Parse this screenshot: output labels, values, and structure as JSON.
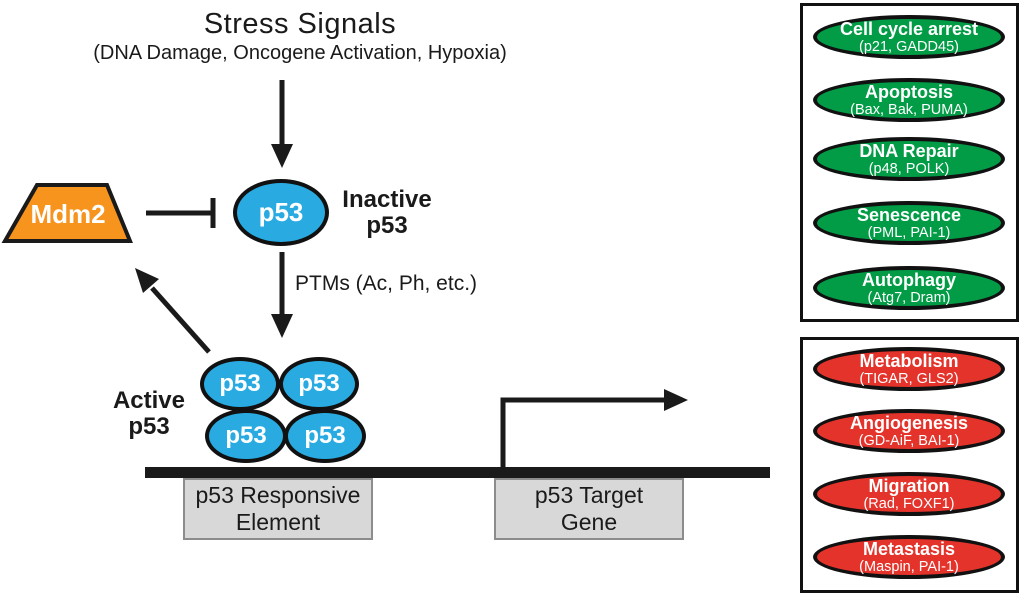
{
  "colors": {
    "p53_blue": "#29ABE2",
    "mdm2_orange": "#F7941E",
    "outcome_green": "#029C46",
    "outcome_red": "#E4332B",
    "gene_box_gray": "#D8D8D8",
    "line_black": "#1A1A1A"
  },
  "pathway": {
    "stress_title": "Stress Signals",
    "stress_subtitle": "(DNA Damage, Oncogene Activation, Hypoxia)",
    "mdm2_label": "Mdm2",
    "p53_label": "p53",
    "inactive_line1": "Inactive",
    "inactive_line2": "p53",
    "ptm_label": "PTMs (Ac, Ph, etc.)",
    "active_line1": "Active",
    "active_line2": "p53",
    "responsive_element_line1": "p53 Responsive",
    "responsive_element_line2": "Element",
    "target_gene_line1": "p53 Target",
    "target_gene_line2": "Gene"
  },
  "outcomes": {
    "activated": [
      {
        "title": "Cell cycle arrest",
        "genes": "(p21, GADD45)"
      },
      {
        "title": "Apoptosis",
        "genes": "(Bax, Bak, PUMA)"
      },
      {
        "title": "DNA Repair",
        "genes": "(p48, POLK)"
      },
      {
        "title": "Senescence",
        "genes": "(PML, PAI-1)"
      },
      {
        "title": "Autophagy",
        "genes": "(Atg7, Dram)"
      }
    ],
    "repressed": [
      {
        "title": "Metabolism",
        "genes": "(TIGAR, GLS2)"
      },
      {
        "title": "Angiogenesis",
        "genes": "(GD-AiF, BAI-1)"
      },
      {
        "title": "Migration",
        "genes": "(Rad, FOXF1)"
      },
      {
        "title": "Metastasis",
        "genes": "(Maspin, PAI-1)"
      }
    ]
  }
}
